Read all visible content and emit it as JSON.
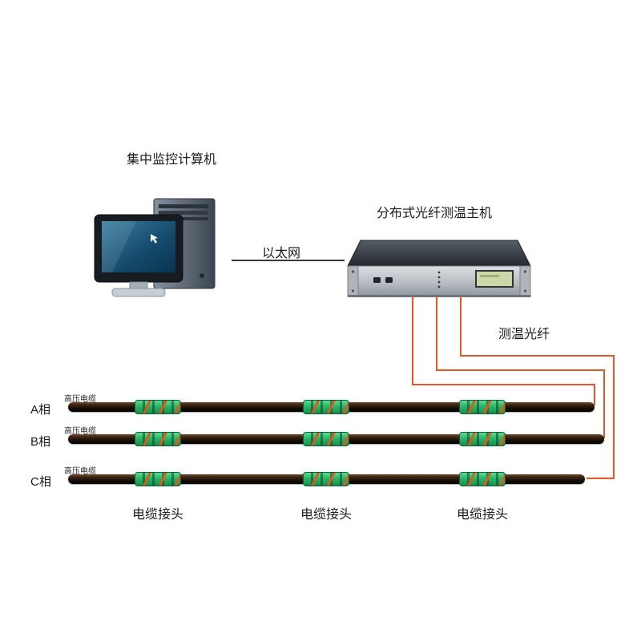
{
  "computer": {
    "label": "集中监控计算机"
  },
  "device": {
    "label": "分布式光纤测温主机"
  },
  "ethernet": {
    "label": "以太网"
  },
  "fiber": {
    "label": "测温光纤"
  },
  "cables": [
    {
      "phase": "A相",
      "hv_label": "高压电缆"
    },
    {
      "phase": "B相",
      "hv_label": "高压电缆"
    },
    {
      "phase": "C相",
      "hv_label": "高压电缆"
    }
  ],
  "joints": {
    "labels": [
      "电缆接头",
      "电缆接头",
      "电缆接头"
    ]
  },
  "colors": {
    "fiber": "#e2572b",
    "ethernet_line": "#3a3a3a",
    "joint_green": "#2db368",
    "cable_dark": "#17100a",
    "screen_blue": "#1e5a7d"
  }
}
